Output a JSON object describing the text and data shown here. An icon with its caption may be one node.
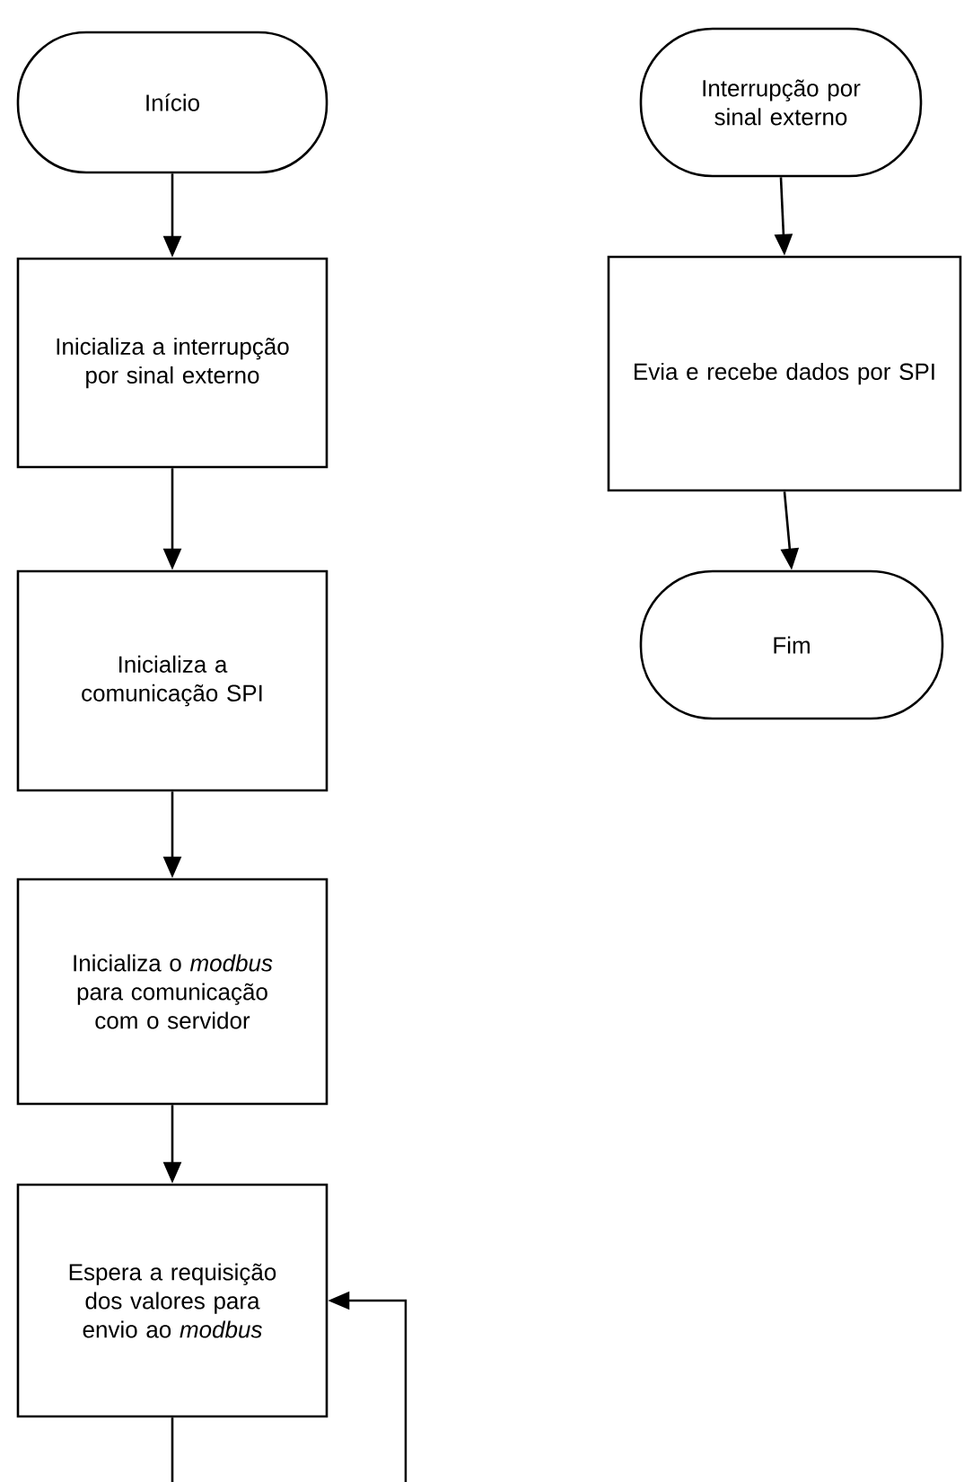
{
  "diagram": {
    "nodes": [
      {
        "text": [
          "Início"
        ]
      },
      {
        "text": [
          "Inicializa a interrupção por sinal externo"
        ]
      },
      {
        "text": [
          "Inicializa a comunicação SPI"
        ]
      },
      {
        "text": [
          "Inicializa o *modbus* para comunicação com o servidor"
        ]
      },
      {
        "text": [
          "Espera a requisição dos valores para envio ao *modbus*"
        ]
      },
      {
        "text": [
          "Interrupção por sinal externo"
        ]
      },
      {
        "text": [
          "Evia e recebe dados por SPI"
        ]
      },
      {
        "text": [
          "Fim"
        ]
      }
    ],
    "edges": [
      {
        "from": 0,
        "to": 1,
        "arrow": "to"
      },
      {
        "from": 1,
        "to": 2,
        "arrow": "to"
      },
      {
        "from": 2,
        "to": 3,
        "arrow": "to"
      },
      {
        "from": 3,
        "to": 4,
        "arrow": "to"
      },
      {
        "from": 4,
        "to": null,
        "arrow": "none"
      },
      {
        "from": null,
        "to": 4,
        "arrow": "to"
      },
      {
        "from": 5,
        "to": 6,
        "arrow": "to"
      },
      {
        "from": 6,
        "to": 7,
        "arrow": "to"
      }
    ]
  }
}
